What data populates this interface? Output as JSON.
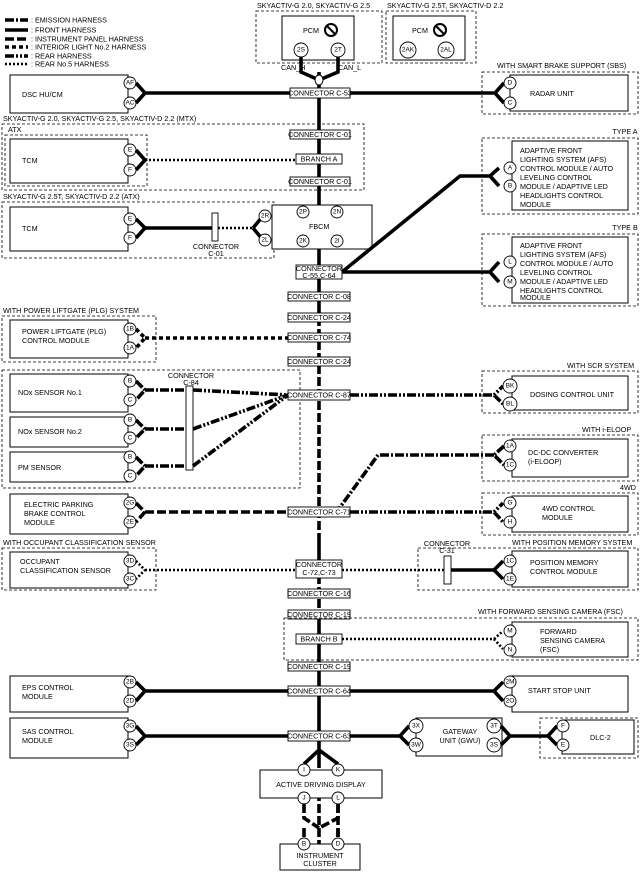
{
  "legend": [
    {
      "label": ": EMISSION HARNESS",
      "style": "emis"
    },
    {
      "label": ": FRONT HARNESS",
      "style": "front"
    },
    {
      "label": ": INSTRUMENT PANEL HARNESS",
      "style": "ip"
    },
    {
      "label": ": INTERIOR LIGHT No.2 HARNESS",
      "style": "intl"
    },
    {
      "label": ": REAR HARNESS",
      "style": "rear"
    },
    {
      "label": ": REAR No.5 HARNESS",
      "style": "rear5"
    }
  ],
  "groups": {
    "pcm_a": "SKYACTIV-G 2.0, SKYACTIV-G 2.5",
    "pcm_b": "SKYACTIV-G 2.5T, SKYACTIV-D 2.2",
    "sbs": "WITH SMART BRAKE SUPPORT (SBS)",
    "mtx": "SKYACTIV-G 2.0, SKYACTIV-G 2.5, SKYACTIV-D 2.2 (MTX)",
    "atx_label": "ATX",
    "atx": "SKYACTIV-G 2.5T, SKYACTIV-D 2.2 (ATX)",
    "type_a": "TYPE A",
    "type_b": "TYPE B",
    "plg": "WITH POWER LIFTGATE (PLG) SYSTEM",
    "scr": "WITH SCR SYSTEM",
    "ieloop": "WITH i-ELOOP",
    "fourwd": "4WD",
    "occ": "WITH OCCUPANT CLASSIFICATION SENSOR",
    "posmem": "WITH POSITION MEMORY SYSTEM",
    "fsc": "WITH FORWARD SENSING CAMERA (FSC)"
  },
  "modules": {
    "pcm": "PCM",
    "dsc": "DSC HU/CM",
    "radar": "RADAR UNIT",
    "tcm": "TCM",
    "fbcm": "FBCM",
    "afs": [
      "ADAPTIVE FRONT",
      "LIGHTING SYSTEM (AFS)",
      "CONTROL MODULE / AUTO",
      "LEVELING CONTROL",
      "MODULE / ADAPTIVE LED",
      "HEADLIGHTS CONTROL",
      "MODULE"
    ],
    "plg": [
      "POWER LIFTGATE (PLG)",
      "CONTROL MODULE"
    ],
    "nox1": "NOx SENSOR No.1",
    "nox2": "NOx SENSOR No.2",
    "pm": "PM SENSOR",
    "dosing": "DOSING CONTROL UNIT",
    "dcdc": [
      "DC-DC CONVERTER",
      "(i-ELOOP)"
    ],
    "epb": [
      "ELECTRIC PARKING",
      "BRAKE CONTROL",
      "MODULE"
    ],
    "fourwd": [
      "4WD CONTROL",
      "MODULE"
    ],
    "occ": [
      "OCCUPANT",
      "CLASSIFICATION SENSOR"
    ],
    "posmem": [
      "POSITION MEMORY",
      "CONTROL MODULE"
    ],
    "fsc": [
      "FORWARD",
      "SENSING CAMERA",
      "(FSC)"
    ],
    "eps": [
      "EPS CONTROL",
      "MODULE"
    ],
    "ssu": "START STOP UNIT",
    "sas": [
      "SAS CONTROL",
      "MODULE"
    ],
    "gwu": [
      "GATEWAY",
      "UNIT (GWU)"
    ],
    "dlc": "DLC-2",
    "ad": "ACTIVE DRIVING DISPLAY",
    "ic": [
      "INSTRUMENT",
      "CLUSTER"
    ]
  },
  "connectors": {
    "c53": "CONNECTOR C-53",
    "c01a": "CONNECTOR C-01",
    "branch_a": "BRANCH A",
    "c01b": "CONNECTOR C-01",
    "c01_tcm": [
      "CONNECTOR",
      "C-01"
    ],
    "c5564": [
      "CONNECTOR",
      "C-55,C-64"
    ],
    "c08": "CONNECTOR C-08",
    "c24a": "CONNECTOR C-24",
    "c74": "CONNECTOR C-74",
    "c24b": "CONNECTOR C-24",
    "c84": [
      "CONNECTOR",
      "C-84"
    ],
    "c87": "CONNECTOR C-87",
    "c71": "CONNECTOR C-71",
    "c7273": [
      "CONNECTOR",
      "C-72,C-73"
    ],
    "c31": [
      "CONNECTOR",
      "C-31"
    ],
    "c16": "CONNECTOR C-16",
    "c19a": "CONNECTOR C-19",
    "branch_b": "BRANCH B",
    "c19b": "CONNECTOR C-19",
    "c64": "CONNECTOR C-64",
    "c63": "CONNECTOR C-63"
  },
  "can_h": "CAN_H",
  "can_l": "CAN_L",
  "pins": {
    "pcm_a": [
      "2S",
      "2T"
    ],
    "pcm_b": [
      "2AK",
      "2AL"
    ],
    "dsc": [
      "AF",
      "AC"
    ],
    "radar": [
      "D",
      "C"
    ],
    "tcm_mtx": [
      "E",
      "F"
    ],
    "tcm_atx": [
      "E",
      "F"
    ],
    "tcm_atx_conn": [
      "2R",
      "2L"
    ],
    "fbcm": [
      "2P",
      "2N",
      "2K",
      "2I"
    ],
    "afs_a": [
      "A",
      "B"
    ],
    "afs_b": [
      "L",
      "M"
    ],
    "plg": [
      "1B",
      "1A"
    ],
    "nox1": [
      "B",
      "C"
    ],
    "nox2": [
      "B",
      "C"
    ],
    "pm": [
      "B",
      "C"
    ],
    "dosing": [
      "BK",
      "BL"
    ],
    "dcdc": [
      "1A",
      "1C"
    ],
    "epb": [
      "2G",
      "2E"
    ],
    "fourwd": [
      "G",
      "H"
    ],
    "occ": [
      "3D",
      "3C"
    ],
    "posmem": [
      "1C",
      "1E"
    ],
    "fsc": [
      "M",
      "N"
    ],
    "eps": [
      "2B",
      "2D"
    ],
    "ssu": [
      "2M",
      "2O"
    ],
    "sas": [
      "3G",
      "3S"
    ],
    "gwu_l": [
      "3X",
      "3W"
    ],
    "gwu_r": [
      "3T",
      "3S"
    ],
    "dlc": [
      "F",
      "E"
    ],
    "ad_top": [
      "I",
      "K"
    ],
    "ad_bot": [
      "J",
      "L"
    ],
    "ic": [
      "B",
      "D"
    ]
  }
}
